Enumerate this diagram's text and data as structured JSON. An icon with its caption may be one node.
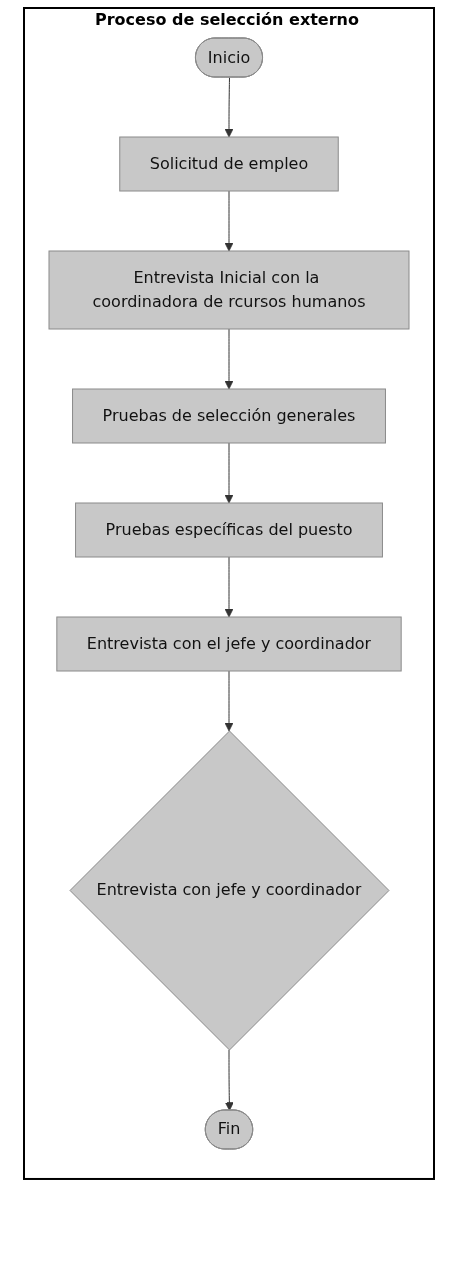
{
  "diagram": {
    "nodes": [
      {
        "text": [
          "Proceso de selección externo"
        ]
      },
      {
        "text": [
          "Inicio"
        ],
        "in": 0
      },
      {
        "text": [
          "Solicitud de empleo"
        ],
        "in": 0
      },
      {
        "text": [
          "Entrevista Inicial con la coordinadora de rcursos humanos"
        ],
        "in": 0
      },
      {
        "text": [
          "Pruebas de selección generales"
        ],
        "in": 0
      },
      {
        "text": [
          "Pruebas específicas del puesto"
        ],
        "in": 0
      },
      {
        "text": [
          "Entrevista con el jefe y coordinador"
        ],
        "in": 0
      },
      {
        "text": [
          "Entrevista con jefe y coordinador"
        ],
        "in": 0
      },
      {
        "text": [
          "Fin"
        ],
        "in": 0
      }
    ],
    "edges": [
      {
        "from": 1,
        "to": 2,
        "arrow": "to"
      },
      {
        "from": 2,
        "to": 3,
        "arrow": "to"
      },
      {
        "from": 3,
        "to": 4,
        "arrow": "to"
      },
      {
        "from": 4,
        "to": 5,
        "arrow": "to"
      },
      {
        "from": 5,
        "to": 6,
        "arrow": "to"
      },
      {
        "from": 6,
        "to": 7,
        "arrow": "to"
      },
      {
        "from": 7,
        "to": 8,
        "arrow": "to"
      }
    ]
  }
}
